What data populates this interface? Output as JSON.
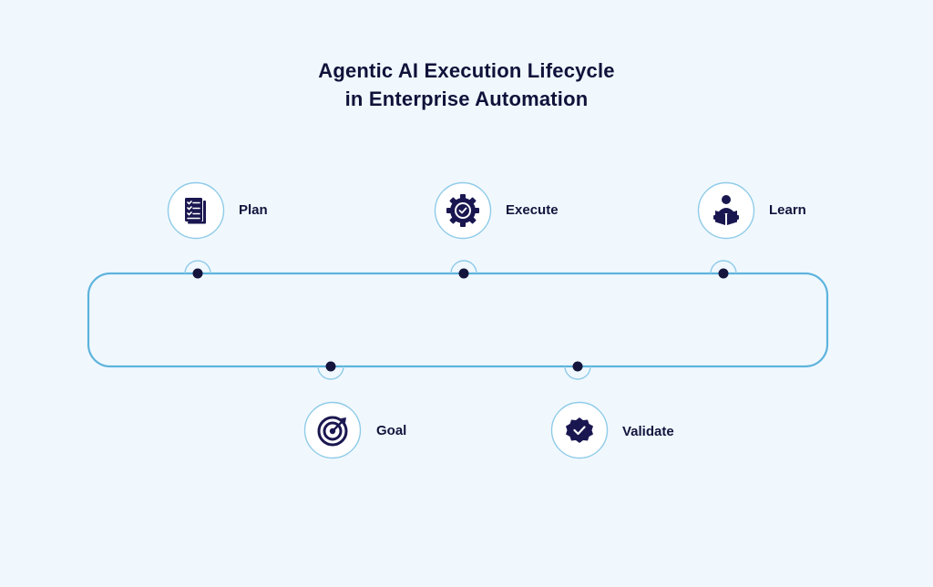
{
  "title": {
    "line1": "Agentic AI Execution Lifecycle",
    "line2": "in Enterprise Automation"
  },
  "stages": {
    "plan": {
      "label": "Plan",
      "icon": "checklist-icon"
    },
    "execute": {
      "label": "Execute",
      "icon": "gear-check-icon"
    },
    "learn": {
      "label": "Learn",
      "icon": "person-reading-icon"
    },
    "goal": {
      "label": "Goal",
      "icon": "target-icon"
    },
    "validate": {
      "label": "Validate",
      "icon": "verified-badge-icon"
    }
  },
  "colors": {
    "background": "#f0f8fe",
    "loop": "#5db3dc",
    "node": "#14143c",
    "icon": "#1a1750"
  }
}
